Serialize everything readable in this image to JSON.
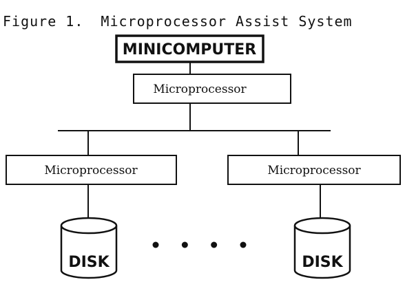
{
  "caption": {
    "figure_label": "Figure 1.",
    "title": "Microprocessor Assist System"
  },
  "nodes": {
    "minicomputer": "MINICOMPUTER",
    "front_processor": "Microprocessor",
    "left_processor": "Microprocessor",
    "right_processor": "Microprocessor",
    "left_disk": "DISK",
    "right_disk": "DISK"
  },
  "ellipsis_dots": 4
}
